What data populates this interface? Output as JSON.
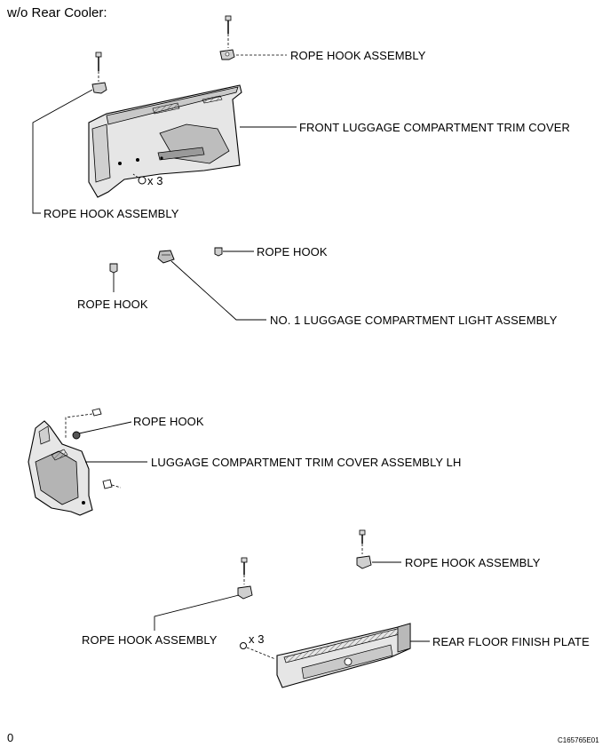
{
  "header": {
    "title": "w/o Rear Cooler:"
  },
  "labels": {
    "rope_hook_assembly_top": "ROPE HOOK ASSEMBLY",
    "front_trim_cover": "FRONT LUGGAGE COMPARTMENT TRIM COVER",
    "qty_clips_front": "x 3",
    "rope_hook_assembly_left": "ROPE HOOK ASSEMBLY",
    "rope_hook_right": "ROPE HOOK",
    "rope_hook_left": "ROPE HOOK",
    "luggage_light": "NO. 1 LUGGAGE COMPARTMENT LIGHT ASSEMBLY",
    "rope_hook_mid": "ROPE HOOK",
    "trim_cover_lh": "LUGGAGE COMPARTMENT TRIM COVER ASSEMBLY LH",
    "rope_hook_assembly_right": "ROPE HOOK ASSEMBLY",
    "rope_hook_assembly_bottom": "ROPE HOOK ASSEMBLY",
    "qty_clips_rear": "x 3",
    "rear_floor_plate": "REAR FLOOR FINISH PLATE"
  },
  "footer": {
    "left_mark": "0",
    "figure_code": "C165765E01"
  },
  "colors": {
    "line": "#000000",
    "part_fill": "#e6e6e6",
    "part_shade": "#b4b4b4",
    "background": "#ffffff"
  }
}
